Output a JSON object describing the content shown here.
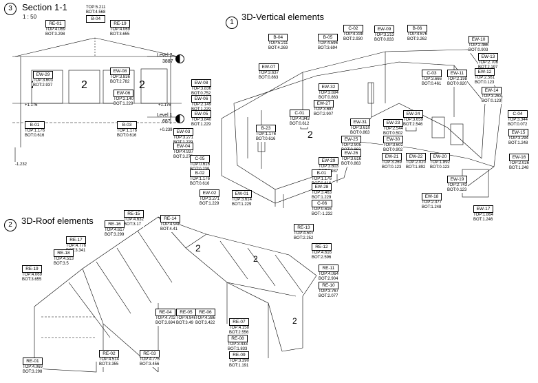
{
  "views": {
    "section": {
      "num": "3",
      "title": "Section 1-1",
      "scale": "1 : 50"
    },
    "vertical": {
      "num": "1",
      "title": "3D-Vertical elements"
    },
    "roof": {
      "num": "2",
      "title": "3D-Roof elements"
    }
  },
  "levels": {
    "level2": {
      "name": "Level 2",
      "value": "3887"
    },
    "level1": {
      "name": "Level 1",
      "value": "687"
    }
  },
  "loose_labels": {
    "a": "+0.239",
    "b": "-1.232",
    "c": "+1.176",
    "d": "+1.176"
  },
  "section_tags": [
    {
      "id": "B-04",
      "top": "TOP:5.211",
      "bot": "BOT:4.568"
    },
    {
      "id": "RE-01",
      "top": "TOP:4.069",
      "bot": "BOT:3.298"
    },
    {
      "id": "RE-19",
      "top": "TOP:4.069",
      "bot": "BOT:3.655"
    },
    {
      "id": "EW-29",
      "top": "TOP:3.603",
      "bot": "BOT:2.937"
    },
    {
      "id": "EW-08",
      "top": "TOP:3.836",
      "bot": "BOT:2.782"
    },
    {
      "id": "EW-06",
      "top": "TOP:2.140",
      "bot": "BOT:1.229"
    },
    {
      "id": "B-01",
      "top": "TOP:1.176",
      "bot": "BOT:0.616"
    },
    {
      "id": "B-03",
      "top": "TOP:1.176",
      "bot": "BOT:0.616"
    }
  ],
  "vertical_tags": [
    {
      "id": "B-04",
      "top": "TOP:5.211",
      "bot": "BOT:4.269"
    },
    {
      "id": "B-05",
      "top": "TOP:4.596",
      "bot": "BOT:3.694"
    },
    {
      "id": "C-02",
      "top": "TOP:4.338",
      "bot": "BOT:2.930"
    },
    {
      "id": "EW-09",
      "top": "TOP:3.213",
      "bot": "BOT:0.833"
    },
    {
      "id": "B-06",
      "top": "TOP:4.676",
      "bot": "BOT:3.262"
    },
    {
      "id": "EW-10",
      "top": "TOP:2.466",
      "bot": "BOT:0.903"
    },
    {
      "id": "EW-07",
      "top": "TOP:3.637",
      "bot": "BOT:0.863"
    },
    {
      "id": "EW-08",
      "top": "TOP:3.836",
      "bot": "BOT:0.752"
    },
    {
      "id": "EW-06",
      "top": "TOP:2.149",
      "bot": "BOT:1.229"
    },
    {
      "id": "EW-05",
      "top": "TOP:3.840",
      "bot": "BOT:1.229"
    },
    {
      "id": "EW-32",
      "top": "TOP:3.694",
      "bot": "BOT:0.863"
    },
    {
      "id": "EW-27",
      "top": "TOP:3.687",
      "bot": "BOT:2.907"
    },
    {
      "id": "C-03",
      "top": "TOP:3.666",
      "bot": "BOT:0.461"
    },
    {
      "id": "EW-11",
      "top": "TOP:2.198",
      "bot": "BOT:0.920"
    },
    {
      "id": "EW-13",
      "top": "TOP:2.706",
      "bot": "BOT:2.197"
    },
    {
      "id": "EW-12",
      "top": "TOP:2.561",
      "bot": "BOT:0.123"
    },
    {
      "id": "EW-14",
      "top": "TOP:3.263",
      "bot": "BOT:0.123"
    },
    {
      "id": "C-01",
      "top": "TOP:4.943",
      "bot": "BOT:0.612"
    },
    {
      "id": "B-23",
      "top": "TOP:1.176",
      "bot": "BOT:0.616"
    },
    {
      "id": "EW-03",
      "top": "TOP:3.271",
      "bot": "BOT:1.229"
    },
    {
      "id": "EW-04",
      "top": "TOP:4.937",
      "bot": "BOT:3.273"
    },
    {
      "id": "EW-31",
      "top": "TOP:3.610",
      "bot": "BOT:0.863"
    },
    {
      "id": "EW-23",
      "top": "TOP:2.544",
      "bot": "BOT:0.502"
    },
    {
      "id": "EW-24",
      "top": "TOP:3.659",
      "bot": "BOT:2.546"
    },
    {
      "id": "C-04",
      "top": "TOP:3.344",
      "bot": "BOT:0.072"
    },
    {
      "id": "EW-15",
      "top": "TOP:3.294",
      "bot": "BOT:1.248"
    },
    {
      "id": "EW-25",
      "top": "TOP:2.905",
      "bot": "BOT:0.863"
    },
    {
      "id": "EW-30",
      "top": "TOP:3.602",
      "bot": "BOT:0.902"
    },
    {
      "id": "EW-26",
      "top": "TOP:3.616",
      "bot": "BOT:0.863"
    },
    {
      "id": "C-05",
      "top": "TOP:0.616",
      "bot": "BOT:0.239"
    },
    {
      "id": "B-02",
      "top": "TOP:1.176",
      "bot": "BOT:0.616"
    },
    {
      "id": "EW-29",
      "top": "TOP:3.603",
      "bot": "BOT:2.937"
    },
    {
      "id": "EW-21",
      "top": "TOP:3.269",
      "bot": "BOT:0.123"
    },
    {
      "id": "EW-22",
      "top": "TOP:2.020",
      "bot": "BOT:1.892"
    },
    {
      "id": "EW-20",
      "top": "TOP:1.892",
      "bot": "BOT:0.123"
    },
    {
      "id": "EW-16",
      "top": "TOP:2.026",
      "bot": "BOT:1.248"
    },
    {
      "id": "B-01",
      "top": "TOP:1.176",
      "bot": "BOT:0.616"
    },
    {
      "id": "EW-19",
      "top": "TOP:2.743",
      "bot": "BOT:0.123"
    },
    {
      "id": "EW-02",
      "top": "TOP:3.271",
      "bot": "BOT:1.229"
    },
    {
      "id": "EW-01",
      "top": "TOP:3.614",
      "bot": "BOT:1.229"
    },
    {
      "id": "EW-28",
      "top": "TOP:3.463",
      "bot": "BOT:1.229"
    },
    {
      "id": "EW-18",
      "top": "TOP:2.377",
      "bot": "BOT:1.248"
    },
    {
      "id": "C-06",
      "top": "TOP:0.616",
      "bot": "BOT:-1.232"
    },
    {
      "id": "EW-17",
      "top": "TOP:1.864",
      "bot": "BOT:1.246"
    }
  ],
  "roof_tags": [
    {
      "id": "RE-14",
      "top": "TOP:4.948",
      "bot": "BOT:4.41"
    },
    {
      "id": "RE-15",
      "top": "TOP:4.632",
      "bot": "BOT:3.17"
    },
    {
      "id": "RE-16",
      "top": "TOP:4.617",
      "bot": "BOT:3.299"
    },
    {
      "id": "RE-17",
      "top": "TOP:4.776",
      "bot": "BOT:3.341"
    },
    {
      "id": "RE-18",
      "top": "TOP:4.513",
      "bot": "BOT:3.5"
    },
    {
      "id": "RE-19",
      "top": "TOP:4.069",
      "bot": "BOT:3.655"
    },
    {
      "id": "RE-13",
      "top": "TOP:4.507",
      "bot": "BOT:2.252"
    },
    {
      "id": "RE-12",
      "top": "TOP:4.616",
      "bot": "BOT:2.596"
    },
    {
      "id": "RE-11",
      "top": "TOP:4.064",
      "bot": "BOT:2.904"
    },
    {
      "id": "RE-10",
      "top": "TOP:3.767",
      "bot": "BOT:2.077"
    },
    {
      "id": "RE-04",
      "top": "TOP:4.702",
      "bot": "BOT:3.694"
    },
    {
      "id": "RE-05",
      "top": "TOP:4.946",
      "bot": "BOT:3.49"
    },
    {
      "id": "RE-06",
      "top": "TOP:4.386",
      "bot": "BOT:3.422"
    },
    {
      "id": "RE-07",
      "top": "TOP:4.158",
      "bot": "BOT:2.556"
    },
    {
      "id": "RE-08",
      "top": "TOP:3.433",
      "bot": "BOT:1.833"
    },
    {
      "id": "RE-09",
      "top": "TOP:3.390",
      "bot": "BOT:1.191"
    },
    {
      "id": "RE-01",
      "top": "TOP:4.069",
      "bot": "BOT:3.298"
    },
    {
      "id": "RE-02",
      "top": "TOP:4.514",
      "bot": "BOT:3.355"
    },
    {
      "id": "RE-03",
      "top": "TOP:4.776",
      "bot": "BOT:3.456"
    }
  ]
}
